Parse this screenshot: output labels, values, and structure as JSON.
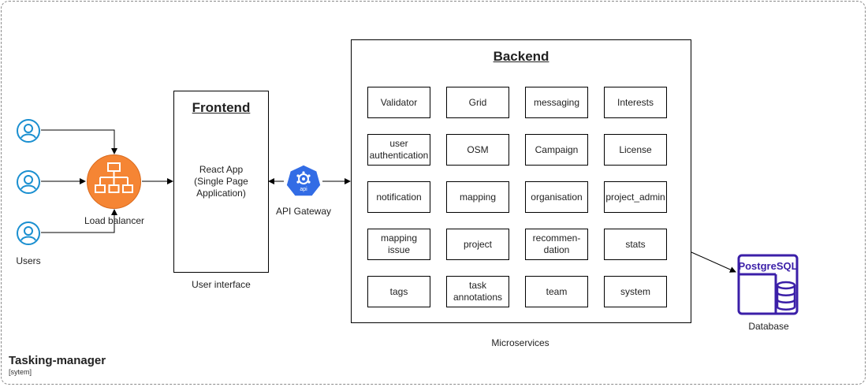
{
  "system": {
    "title": "Tasking-manager",
    "subtitle": "[sytem]"
  },
  "users": {
    "label": "Users"
  },
  "load_balancer": {
    "label": "Load balancer"
  },
  "frontend": {
    "title": "Frontend",
    "body": "React App\n(Single Page\nApplication)",
    "caption": "User interface"
  },
  "api_gateway": {
    "label": "API Gateway",
    "badge": "api"
  },
  "backend": {
    "title": "Backend",
    "caption": "Microservices",
    "services": [
      "Validator",
      "Grid",
      "messaging",
      "Interests",
      "user\nauthentication",
      "OSM",
      "Campaign",
      "License",
      "notification",
      "mapping",
      "organisation",
      "project_admin",
      "mapping\nissue",
      "project",
      "recommen-\ndation",
      "stats",
      "tags",
      "task\nannotations",
      "team",
      "system"
    ]
  },
  "database": {
    "label": "Database",
    "brand": "PostgreSQL"
  },
  "colors": {
    "user_icon": "#1a8fd0",
    "load_balancer": "#f58534",
    "api_gateway": "#326ce5",
    "database": "#3b1fa8"
  }
}
